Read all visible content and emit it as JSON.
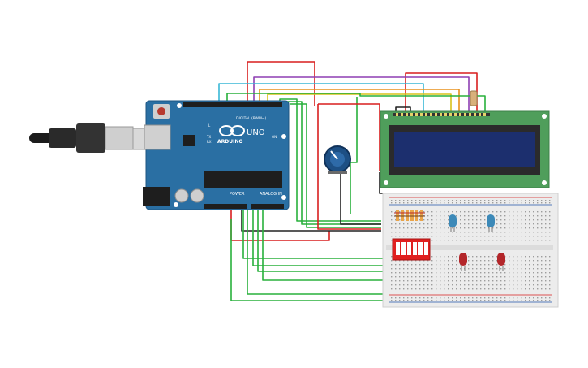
{
  "arduino": {
    "logo_text": "ARDUINO",
    "model_text": "UNO",
    "digital_label": "DIGITAL (PWM~)",
    "power_label": "POWER",
    "analog_label": "ANALOG IN",
    "tx_label": "TX",
    "rx_label": "RX",
    "l_label": "L",
    "on_label": "ON"
  },
  "colors": {
    "board": "#2a6fa3",
    "lcd_pcb": "#4f9e5b",
    "lcd_screen": "#1c2f6e",
    "wire_red": "#d91f1f",
    "wire_green": "#28b03c",
    "wire_black": "#222222",
    "wire_purple": "#8e3fb3",
    "wire_cyan": "#38b7d6",
    "wire_orange": "#e8901c",
    "wire_yellow": "#d8c21a",
    "led_blue": "#3c89b8",
    "led_red": "#b3262a",
    "dip_switch": "#e02020",
    "breadboard": "#ececec"
  },
  "components": [
    "usb-cable",
    "arduino-uno",
    "potentiometer",
    "lcd-16x2",
    "breadboard",
    "dip-switch",
    "resistor-array",
    "leds"
  ]
}
